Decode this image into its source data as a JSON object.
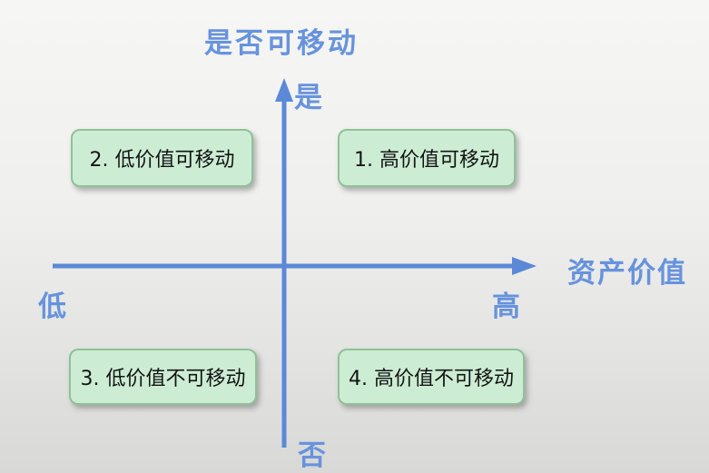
{
  "diagram": {
    "title": "是否可移动",
    "y_axis": {
      "positive_label": "是",
      "negative_label": "否"
    },
    "x_axis": {
      "title": "资产价值",
      "low_label": "低",
      "high_label": "高"
    },
    "quadrants": [
      {
        "id": "1",
        "position": "top-right",
        "label": "1. 高价值可移动"
      },
      {
        "id": "2",
        "position": "top-left",
        "label": "2. 低价值可移动"
      },
      {
        "id": "3",
        "position": "bottom-left",
        "label": "3. 低价值不可移动"
      },
      {
        "id": "4",
        "position": "bottom-right",
        "label": "4. 高价值不可移动"
      }
    ],
    "colors": {
      "axis_blue": "#5c88d8",
      "label_blue": "#6793dd",
      "quadrant_fill": "#ccedd4",
      "quadrant_border": "#8fc297",
      "quadrant_text": "#141414"
    }
  }
}
